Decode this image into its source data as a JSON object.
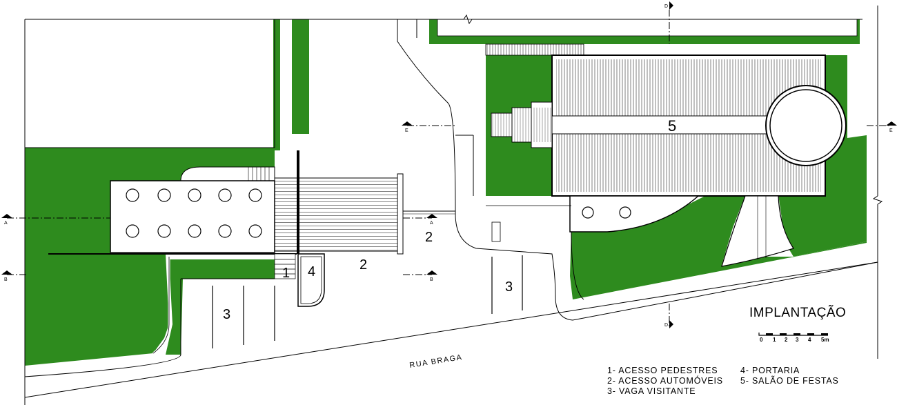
{
  "title": "IMPLANTAÇÃO",
  "street": "RUA BRAGA",
  "scale_labels": [
    "0",
    "1",
    "2",
    "3",
    "4",
    "5m"
  ],
  "zone_labels": {
    "z1": "1",
    "z2_left": "2",
    "z2_right": "2",
    "z3_left": "3",
    "z3_right": "3",
    "z4": "4",
    "z5": "5"
  },
  "legend": [
    "1- ACESSO PEDESTRES",
    "2- ACESSO AUTOMÓVEIS",
    "3- VAGA VISITANTE",
    "4- PORTARIA",
    "5- SALÃO DE FESTAS"
  ],
  "section_marks": {
    "A_left": "A",
    "A_right": "A",
    "B_left": "B",
    "B_right": "B",
    "D_top": "D",
    "D_bottom": "D",
    "E_left": "E",
    "E_right": "E"
  },
  "colors": {
    "lawn": "#2e8b1e",
    "line": "#000000",
    "paper": "#ffffff"
  }
}
